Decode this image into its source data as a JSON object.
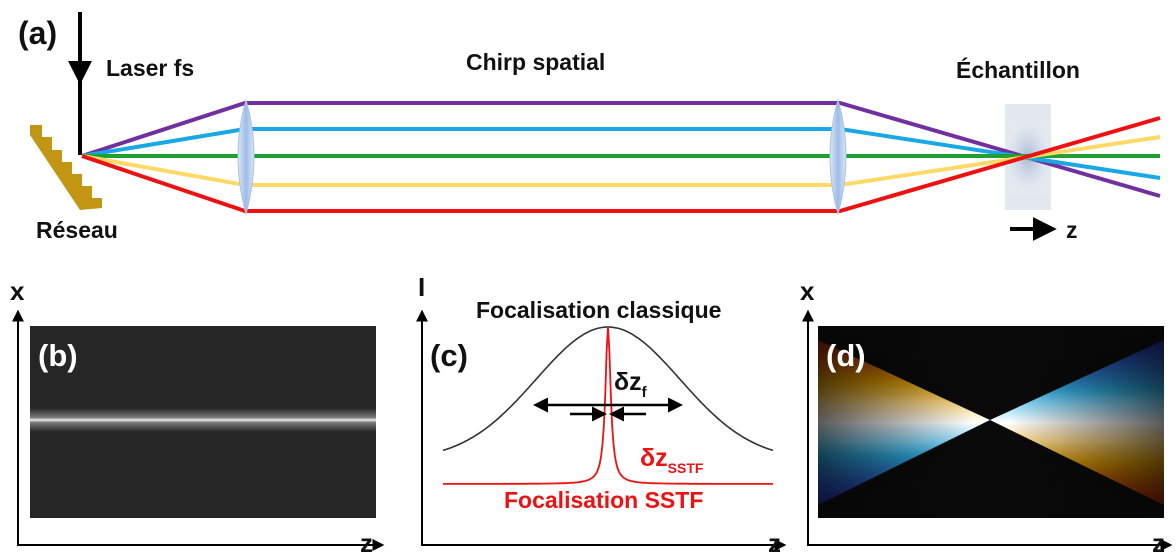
{
  "panel_a": {
    "tag": "(a)",
    "laser_label": "Laser fs",
    "grating_label": "Réseau",
    "chirp_label": "Chirp spatial",
    "sample_label": "Échantillon",
    "propagation_axis": "z",
    "beam_colors": [
      "#7030a0",
      "#1aa7e6",
      "#1ea033",
      "#ffd966",
      "#ee1111"
    ],
    "grating_color": "#c29613",
    "lens_color": "#bcd3ef"
  },
  "panel_b": {
    "tag": "(b)",
    "x_axis": "z",
    "y_axis": "x",
    "background_color": "#262626"
  },
  "panel_c": {
    "tag": "(c)",
    "x_axis": "z",
    "y_axis": "I",
    "classic_label": "Focalisation classique",
    "sstf_label": "Focalisation SSTF",
    "dz_f_base": "δz",
    "dz_f_sub": "f",
    "dz_sstf_base": "δz",
    "dz_sstf_sub": "SSTF",
    "classic_color": "#333333",
    "sstf_color": "#ee1111"
  },
  "panel_d": {
    "tag": "(d)",
    "x_axis": "z",
    "y_axis": "x",
    "background_color": "#0a0a0a"
  }
}
